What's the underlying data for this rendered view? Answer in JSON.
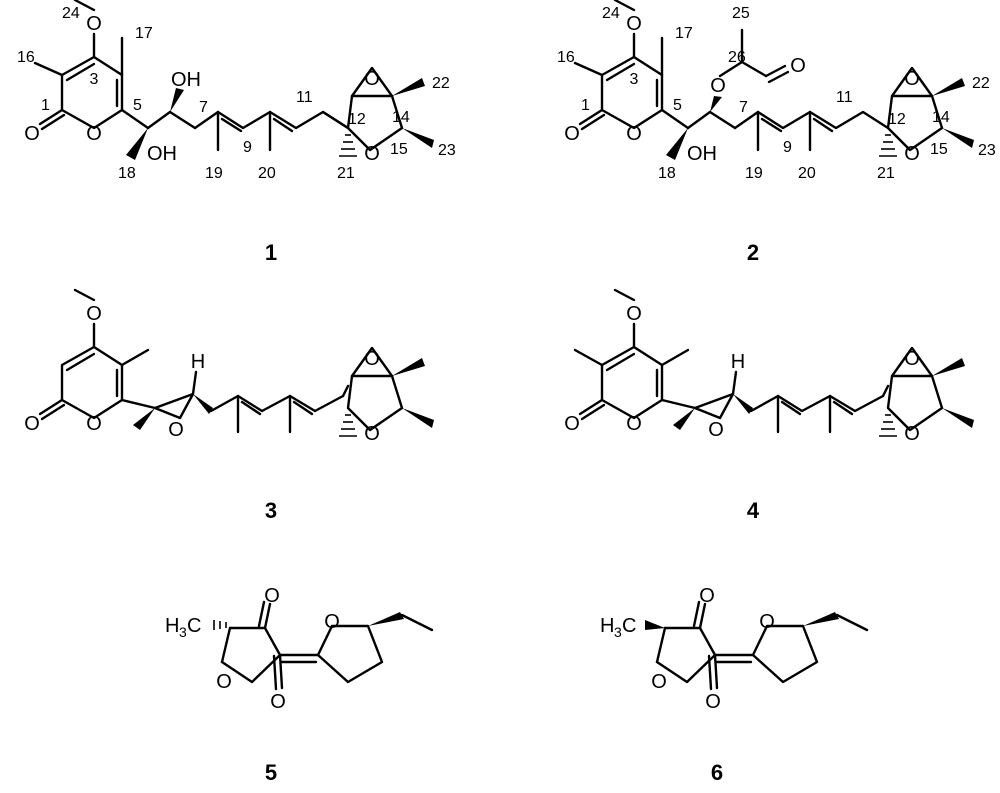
{
  "compounds": [
    {
      "id": "1",
      "atoms": {
        "o_methoxy": "O",
        "o_carbonyl": "O",
        "o_ring": "O",
        "oh_top": "OH",
        "oh_c6": "OH",
        "o_epoxide": "O",
        "o_thf": "O"
      },
      "numbers": {
        "n1": "1",
        "n3": "3",
        "n5": "5",
        "n7": "7",
        "n9": "9",
        "n11": "11",
        "n12": "12",
        "n14": "14",
        "n15": "15",
        "n16": "16",
        "n17": "17",
        "n18": "18",
        "n19": "19",
        "n20": "20",
        "n21": "21",
        "n22": "22",
        "n23": "23",
        "n24": "24"
      }
    },
    {
      "id": "2",
      "atoms": {
        "o_methoxy": "O",
        "o_carbonyl": "O",
        "o_ring": "O",
        "o_ester": "O",
        "o_acetyl": "O",
        "oh_c6": "OH",
        "o_epoxide": "O",
        "o_thf": "O"
      },
      "numbers": {
        "n1": "1",
        "n3": "3",
        "n5": "5",
        "n7": "7",
        "n9": "9",
        "n11": "11",
        "n12": "12",
        "n14": "14",
        "n15": "15",
        "n16": "16",
        "n17": "17",
        "n18": "18",
        "n19": "19",
        "n20": "20",
        "n21": "21",
        "n22": "22",
        "n23": "23",
        "n24": "24",
        "n25": "25",
        "n26": "26"
      }
    },
    {
      "id": "3",
      "atoms": {
        "o_methoxy": "O",
        "o_carbonyl": "O",
        "o_ring": "O",
        "h_c7": "H",
        "o_epoxide_side": "O",
        "o_epoxide": "O",
        "o_thf": "O"
      }
    },
    {
      "id": "4",
      "atoms": {
        "o_methoxy": "O",
        "o_carbonyl": "O",
        "o_ring": "O",
        "h_c7": "H",
        "o_epoxide_side": "O",
        "o_epoxide": "O",
        "o_thf": "O"
      }
    },
    {
      "id": "5",
      "atoms": {
        "h3c": "H",
        "h3c_sub": "3",
        "h3c_c": "C",
        "o_ketone": "O",
        "o_lactone_ring": "O",
        "o_lactone_co": "O",
        "o_thf": "O"
      }
    },
    {
      "id": "6",
      "atoms": {
        "h3c": "H",
        "h3c_sub": "3",
        "h3c_c": "C",
        "o_ketone": "O",
        "o_lactone_ring": "O",
        "o_lactone_co": "O",
        "o_thf": "O"
      }
    }
  ]
}
